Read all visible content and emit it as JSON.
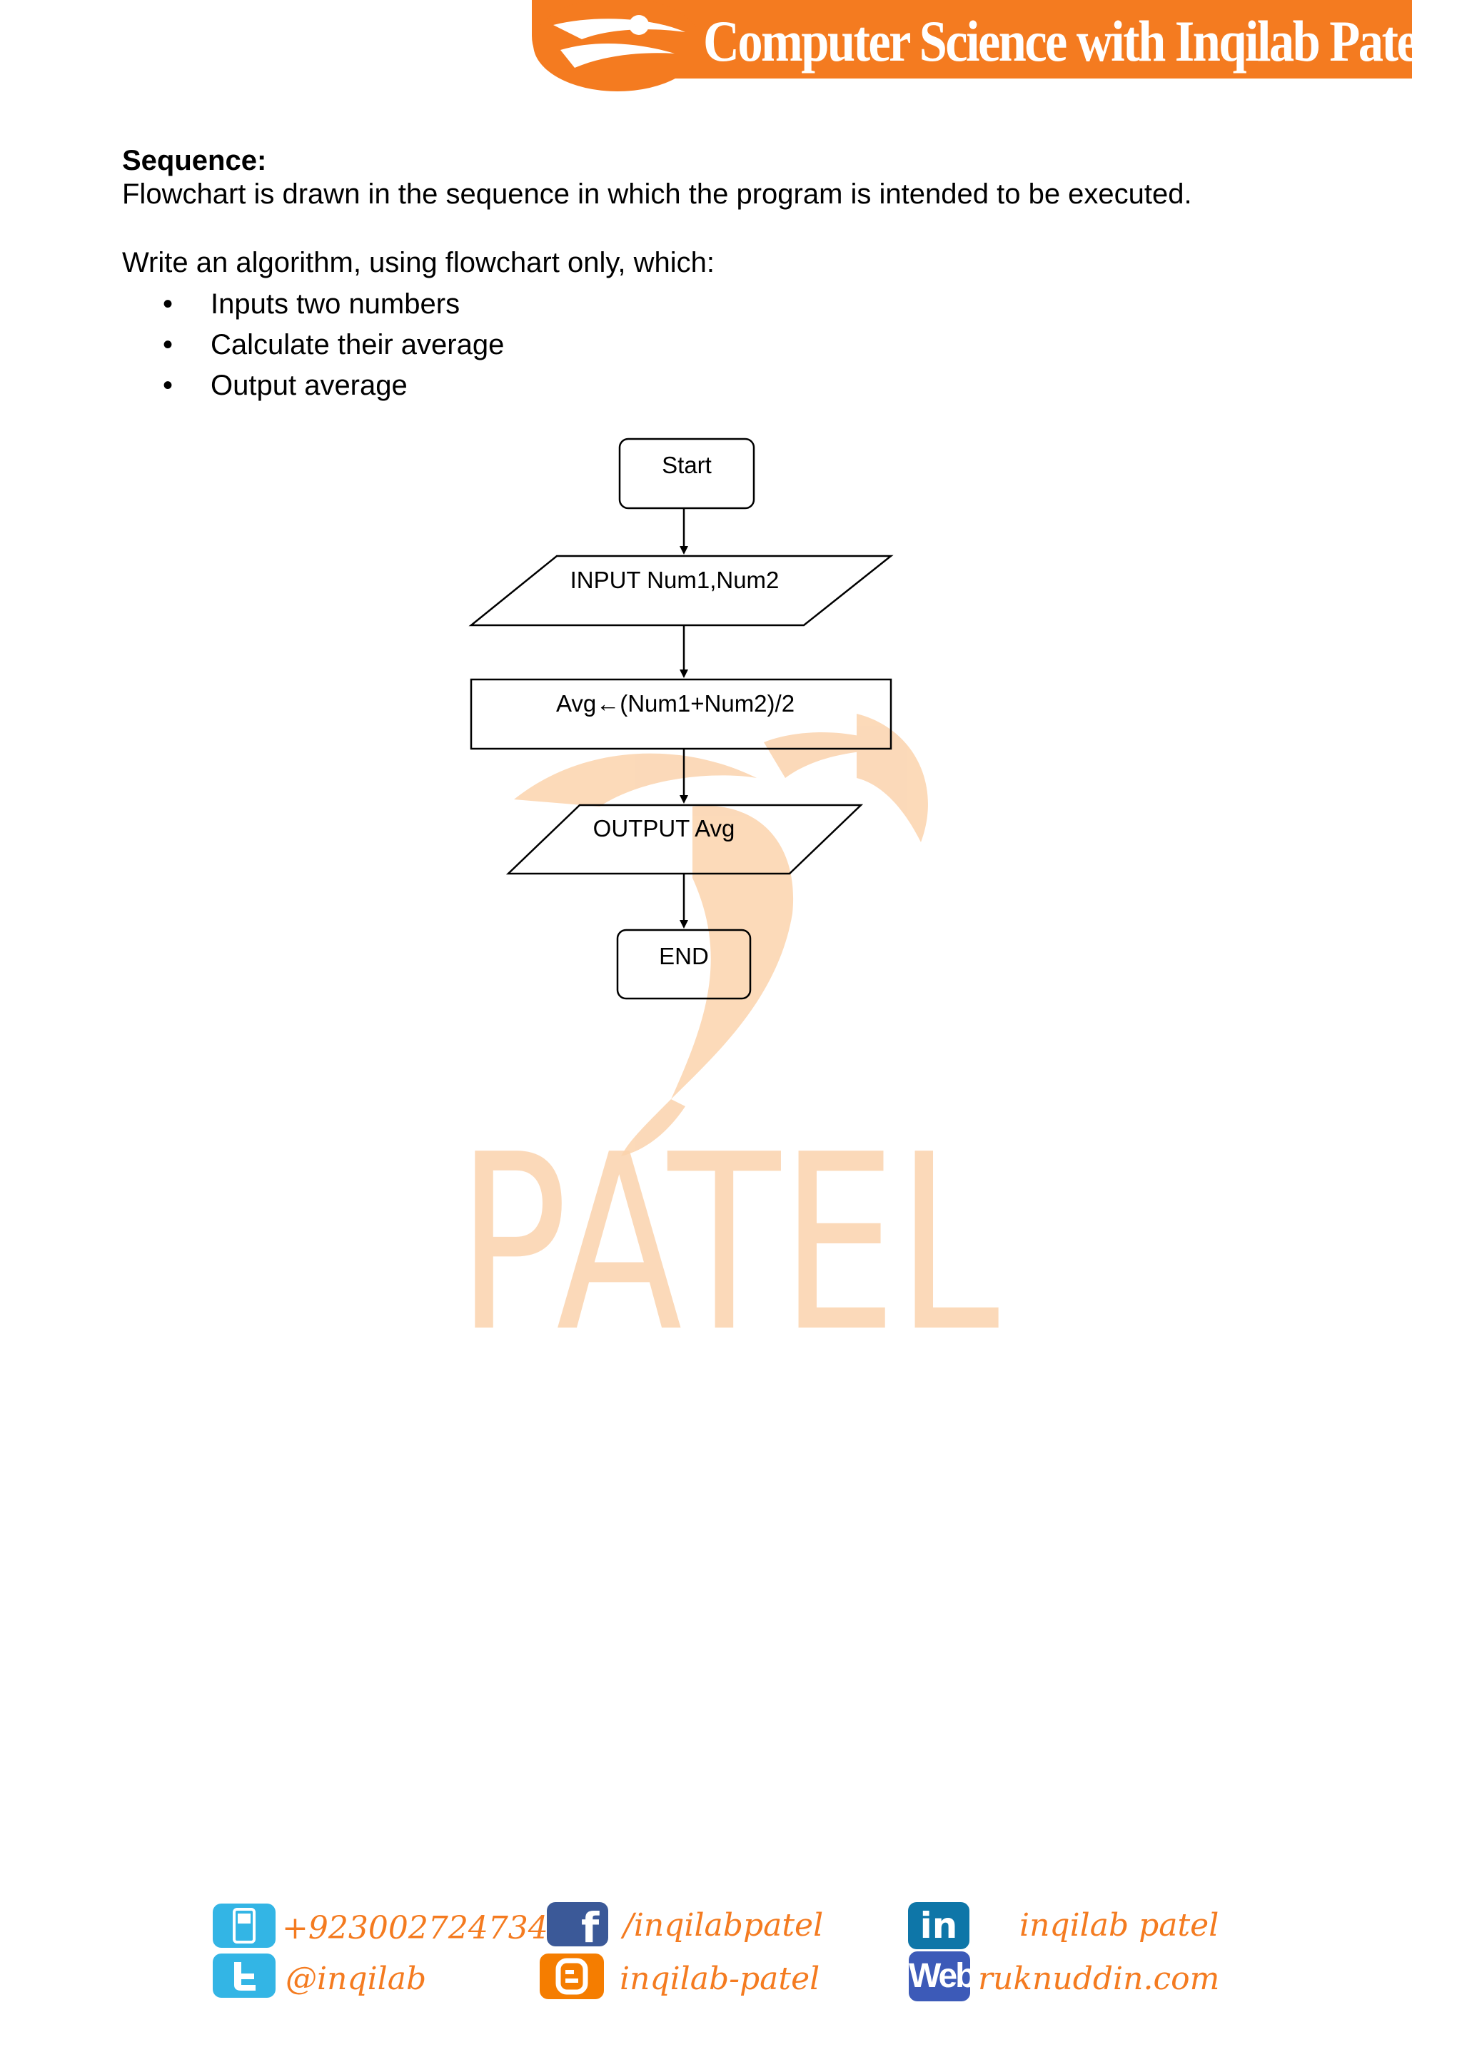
{
  "header": {
    "title": "Computer Science with Inqilab Patel"
  },
  "watermark": {
    "text": "PATEL"
  },
  "content": {
    "heading": "Sequence:",
    "intro": "Flowchart is drawn in the sequence in which the program is intended to be executed.",
    "task": "Write an algorithm, using flowchart only, which:",
    "bullets": [
      "Inputs two numbers",
      "Calculate their average",
      "Output average"
    ]
  },
  "flowchart": {
    "start": "Start",
    "input": "INPUT Num1,Num2",
    "process": "Avg←(Num1+Num2)/2",
    "output": "OUTPUT Avg",
    "end": "END"
  },
  "footer": {
    "phone": "+923002724734",
    "facebook": "/inqilabpatel",
    "linkedin": "inqilab patel",
    "twitter": "@inqilab",
    "blogger": "inqilab-patel",
    "web": "ruknuddin.com",
    "web_icon_label": "Web",
    "linkedin_icon_label": "in"
  },
  "colors": {
    "brand_orange": "#f47b20",
    "watermark_orange": "#fbd3ad",
    "facebook_blue": "#3b5998",
    "twitter_blue": "#33b5e5",
    "linkedin_blue": "#0e76a8",
    "web_blue": "#3c5ab8"
  }
}
